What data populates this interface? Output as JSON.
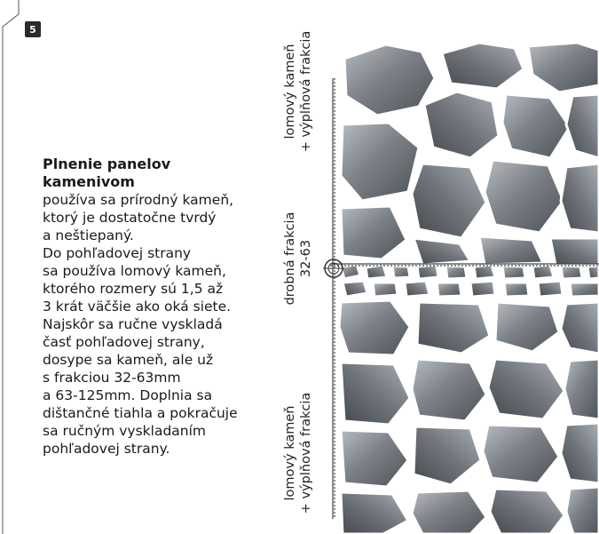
{
  "page_number": "5",
  "section": {
    "title": "Plnenie panelov kamenivom",
    "lines": [
      "používa sa prírodný kameň,",
      "ktorý je dostatočne tvrdý",
      "a neštiepaný.",
      "Do pohľadovej strany",
      "sa používa lomový kameň,",
      "ktorého rozmery sú 1,5 až",
      "3 krát väčšie ako oká siete.",
      "Najskôr sa ručne vyskladá",
      "časť pohľadovej strany,",
      "dosype sa kameň, ale už",
      "s frakciou 32-63mm",
      "a 63-125mm. Doplnia sa",
      "dištančné tiahla a pokračuje",
      "sa ručným vyskladaním",
      "pohľadovej strany."
    ]
  },
  "diagram_labels": {
    "top": {
      "line1": "lomový kameň",
      "line2": "+ výplňová frakcia"
    },
    "middle": {
      "line1": "drobná frakcia",
      "line2": "32-63"
    },
    "bottom": {
      "line1": "lomový kameň",
      "line2": "+ výplňová frakcia"
    }
  },
  "colors": {
    "stone_dark": "#5f6469",
    "stone_light": "#9aa0a6",
    "page_num_bg": "#2b2b2b"
  }
}
